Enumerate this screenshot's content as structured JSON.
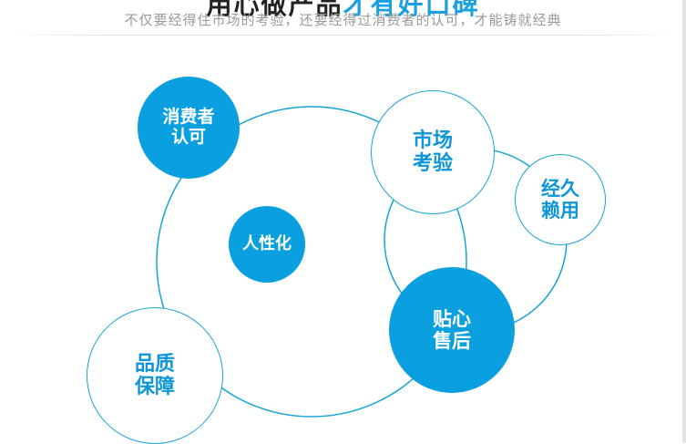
{
  "header": {
    "title_plain": "用心做产品",
    "title_accent": "才有好口碑",
    "subtitle": "不仅要经得住市场的考验，还要经得过消费者的认可，才能铸就经典"
  },
  "nodes": {
    "consumer": {
      "line1": "消费者",
      "line2": "认可"
    },
    "market": {
      "line1": "市场",
      "line2": "考验"
    },
    "lasting": {
      "line1": "经久",
      "line2": "赖用"
    },
    "humane": {
      "line1": "人性化"
    },
    "service": {
      "line1": "贴心",
      "line2": "售后"
    },
    "quality": {
      "line1": "品质",
      "line2": "保障"
    }
  },
  "colors": {
    "accent": "#0aa0e0",
    "outline": "#19a4d6",
    "text_blue": "#0f96d8",
    "subtitle_gray": "#9a9a9a"
  }
}
